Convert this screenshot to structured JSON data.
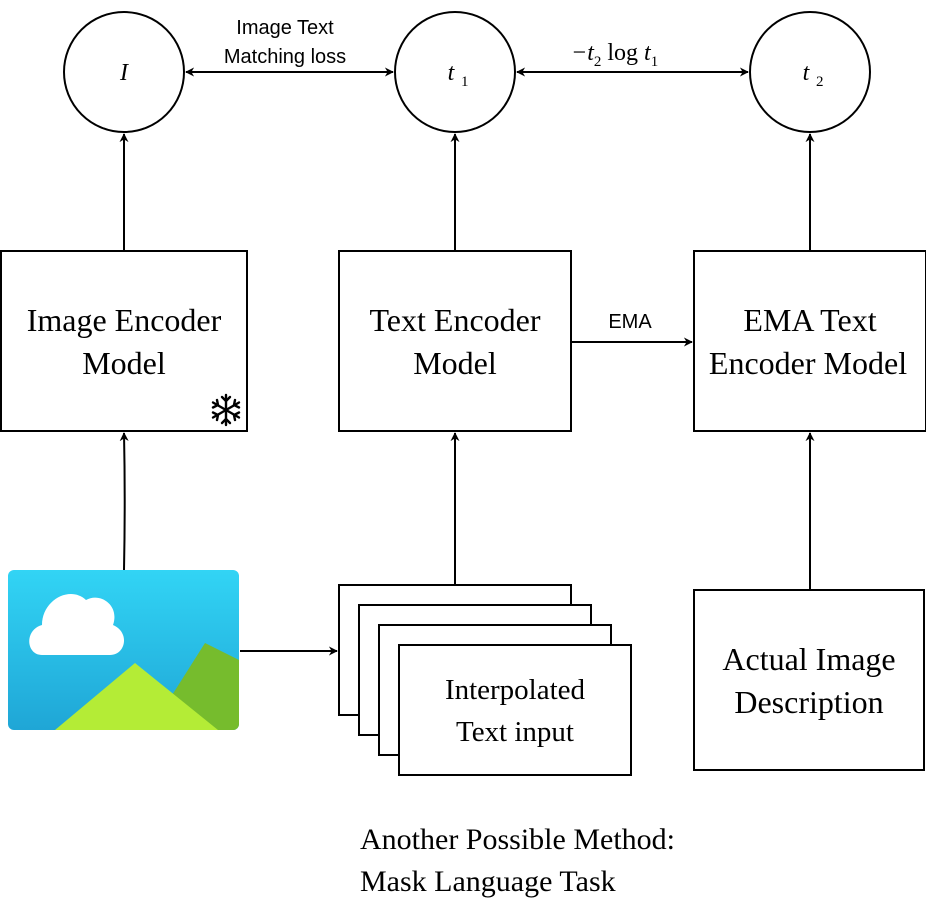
{
  "nodes": {
    "image_circle": "I",
    "t1_circle": "t",
    "t1_sub": "1",
    "t2_circle": "t",
    "t2_sub": "2"
  },
  "edges": {
    "itm_line1": "Image Text",
    "itm_line2": "Matching loss",
    "loss_prefix": "−t",
    "loss_sub1": "2",
    "loss_log": " log ",
    "loss_t": "t",
    "loss_sub2": "1",
    "ema_label": "EMA"
  },
  "boxes": {
    "image_encoder_line1": "Image Encoder",
    "image_encoder_line2": "Model",
    "text_encoder_line1": "Text Encoder",
    "text_encoder_line2": "Model",
    "ema_encoder_line1": "EMA Text",
    "ema_encoder_line2": "Encoder Model",
    "interpolated_line1": "Interpolated",
    "interpolated_line2": "Text input",
    "actual_line1": "Actual Image",
    "actual_line2": "Description"
  },
  "note": {
    "line1": "Another Possible Method:",
    "line2": "Mask Language Task"
  },
  "icons": {
    "frozen": "snowflake-icon",
    "input_image": "image-icon"
  },
  "colors": {
    "sky_top": "#32d4f5",
    "sky_bottom": "#1fa6d6",
    "mountain_front": "#b4ec36",
    "mountain_back": "#76bc2d",
    "cloud": "#ffffff"
  }
}
